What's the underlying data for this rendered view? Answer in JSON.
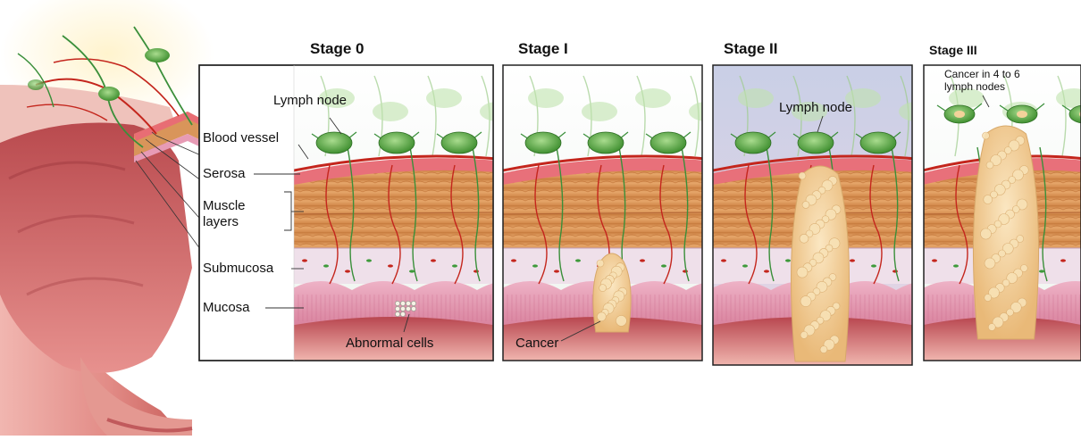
{
  "stages": [
    {
      "title": "Stage 0"
    },
    {
      "title": "Stage I"
    },
    {
      "title": "Stage II"
    },
    {
      "title": "Stage III"
    }
  ],
  "labels": {
    "lymph_node": "Lymph node",
    "blood_vessel": "Blood vessel",
    "serosa": "Serosa",
    "muscle_layers_1": "Muscle",
    "muscle_layers_2": "layers",
    "submucosa": "Submucosa",
    "mucosa": "Mucosa",
    "abnormal_cells": "Abnormal cells",
    "cancer": "Cancer",
    "lymph_node_stage2": "Lymph node",
    "cancer_in_nodes_1": "Cancer in 4 to 6",
    "cancer_in_nodes_2": "lymph nodes"
  },
  "colors": {
    "serosa": "#e8707a",
    "muscle": "#d9955a",
    "submucosa": "#efe0ea",
    "mucosa": "#e79bb5",
    "lumen": "#c9606a",
    "lymph_node": "#5fae4a",
    "tumor": "#f3d29a",
    "vessel": "#c4261d"
  }
}
